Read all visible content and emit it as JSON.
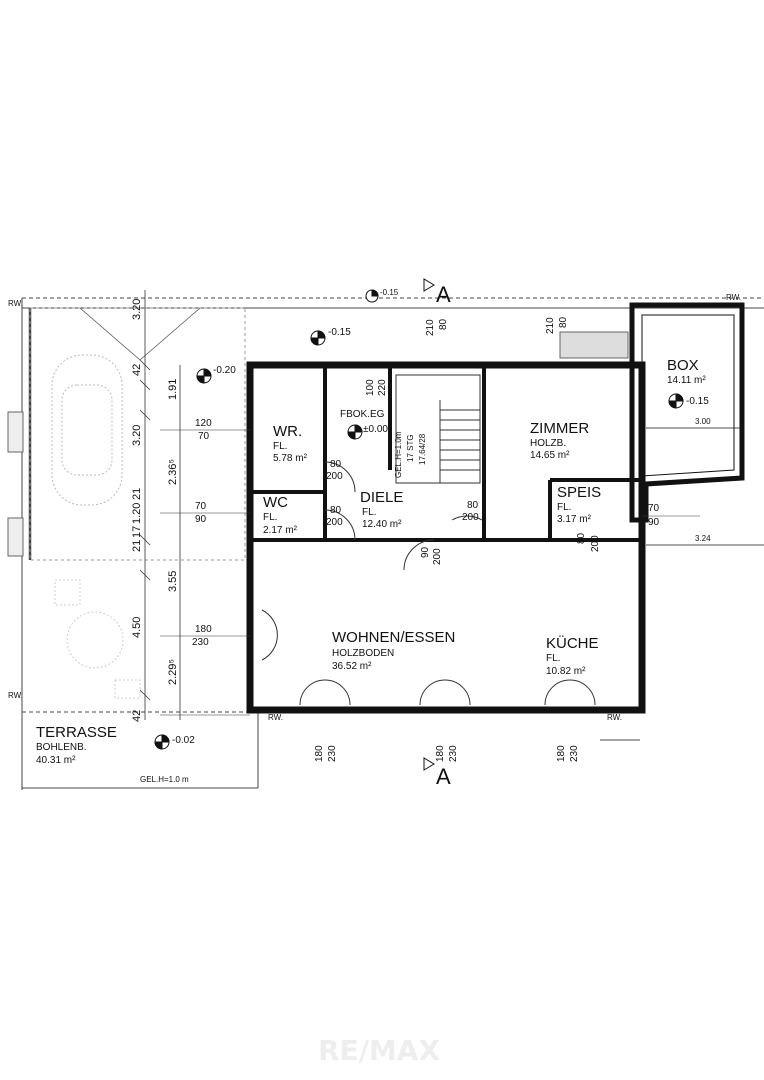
{
  "rooms": {
    "box": {
      "name": "BOX",
      "area": "14.11 m²",
      "level": "-0.15",
      "width": "3.00"
    },
    "wr": {
      "name": "WR.",
      "floor": "FL.",
      "area": "5.78 m²"
    },
    "wc": {
      "name": "WC",
      "floor": "FL.",
      "area": "2.17 m²"
    },
    "diele": {
      "name": "DIELE",
      "floor": "FL.",
      "area": "12.40 m²"
    },
    "zimmer": {
      "name": "ZIMMER",
      "floor": "HOLZB.",
      "area": "14.65 m²"
    },
    "speis": {
      "name": "SPEIS",
      "floor": "FL.",
      "area": "3.17 m²"
    },
    "wohnen": {
      "name": "WOHNEN/ESSEN",
      "floor": "HOLZBODEN",
      "area": "36.52 m²"
    },
    "kueche": {
      "name": "KÜCHE",
      "floor": "FL.",
      "area": "10.82 m²"
    },
    "terrasse": {
      "name": "TERRASSE",
      "floor": "BOHLENB.",
      "area": "40.31 m²",
      "level": "-0.02"
    }
  },
  "levels": {
    "entry": "-0.20",
    "front": "-0.15",
    "top": "-0.15",
    "fbok": "FBOK.EG",
    "fbok_value": "±0.00"
  },
  "openings": {
    "wr_window_w": "120",
    "wr_window_h": "70",
    "wr_door_w": "80",
    "wr_door_h": "200",
    "wc_window_w": "70",
    "wc_window_h": "90",
    "wc_door_w": "80",
    "wc_door_h": "200",
    "terrace_w": "180",
    "terrace_h": "230",
    "entrance_w": "100",
    "entrance_h": "220",
    "top_a_w": "210",
    "top_a_h": "80",
    "top_b_w": "210",
    "top_b_h": "80",
    "diele_door_w": "80",
    "diele_door_h": "200",
    "wohnen_door_w": "90",
    "wohnen_door_h": "200",
    "speis_door_w": "80",
    "speis_door_h": "200",
    "speis_window_w": "70",
    "speis_window_h": "90",
    "bottom_1_w": "180",
    "bottom_1_h": "230",
    "bottom_2_w": "180",
    "bottom_2_h": "230",
    "bottom_3_w": "180",
    "bottom_3_h": "230"
  },
  "stairs": {
    "count": "17 STG",
    "ratio": "17.64/28",
    "railing": "GEL.H=1.0m"
  },
  "dimensions": {
    "left": [
      "3.20",
      "42",
      "1.91",
      "3.20",
      "2.36⁵",
      "21",
      "1.20",
      "17",
      "21",
      "3.55",
      "4.50",
      "2.29⁵",
      "42"
    ],
    "right_3_24": "3.24",
    "top_3_00": "3.00"
  },
  "labels": {
    "section_mark": "A",
    "rw": "RW.",
    "terrace_railing": "GEL.H=1.0 m",
    "watermark": "RE/MAX"
  }
}
